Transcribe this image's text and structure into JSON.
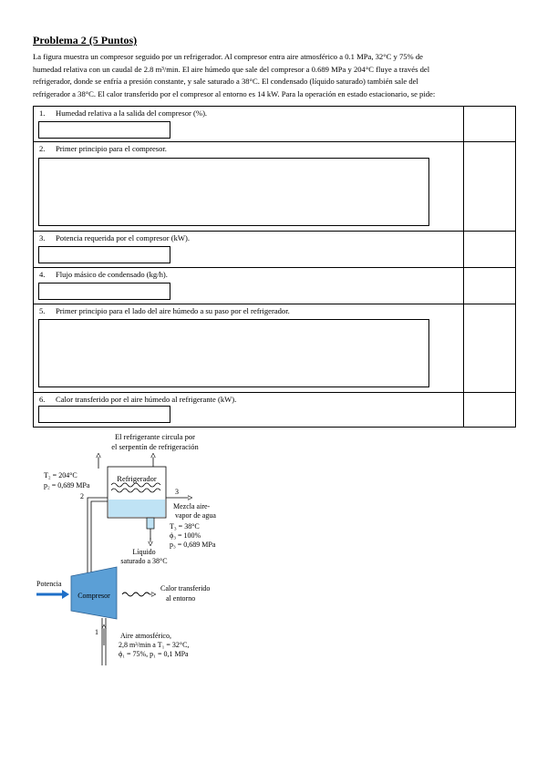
{
  "title": "Problema 2 (5 Puntos)",
  "intro": {
    "line1": "La figura muestra un compresor seguido por un refrigerador. Al compresor entra aire atmosférico a 0.1 MPa, 32°C y 75% de",
    "line2": "humedad relativa con un caudal de 2.8 m³/min. El aire húmedo que sale del compresor a 0.689 MPa y 204°C fluye a través del",
    "line3": "refrigerador, donde se enfría a presión constante, y sale saturado a 38°C. El condensado (líquido saturado) también sale del",
    "line4": "refrigerador a 38°C. El calor transferido por el compresor al entorno es 14 kW. Para la operación en estado estacionario, se pide:"
  },
  "questions": [
    {
      "num": "1.",
      "text": "Humedad relativa a la salida del compresor (%)."
    },
    {
      "num": "2.",
      "text": "Primer principio para el compresor."
    },
    {
      "num": "3.",
      "text": "Potencia requerida por el compresor (kW)."
    },
    {
      "num": "4.",
      "text": "Flujo másico de condensado (kg/h)."
    },
    {
      "num": "5.",
      "text": "Primer principio para el lado del aire húmedo a su paso por el refrigerador."
    },
    {
      "num": "6.",
      "text": "Calor transferido por el aire húmedo al refrigerante (kW)."
    }
  ],
  "diagram": {
    "refrigerant_line1": "El refrigerante circula por",
    "refrigerant_line2": "el serpentín de refrigeración",
    "state2_t": "T₂ = 204°C",
    "state2_p": "p₂ = 0,689 MPa",
    "label_2": "2",
    "label_3": "3",
    "label_1": "1",
    "cooler": "Refrigerador",
    "mix_line1": "Mezcla aire-",
    "mix_line2": "vapor de agua",
    "state3_t": "T₃ = 38°C",
    "state3_phi": "ϕ₃ = 100%",
    "state3_p": "p₃ = 0,689 MPa",
    "liquid_line1": "Líquido",
    "liquid_line2": "saturado a 38°C",
    "power": "Potencia",
    "compressor": "Compresor",
    "heat_line1": "Calor transferido",
    "heat_line2": "al entorno",
    "atm_line1": "Aire atmosférico,",
    "atm_line2": "2,8 m³/min a T₁ = 32°C,",
    "atm_line3": "ϕ₁ = 75%, p₁ = 0,1 MPa",
    "colors": {
      "water": "#bfe3f5",
      "compressor": "#5b9fd6",
      "power_arrow": "#1e6fc8"
    }
  }
}
